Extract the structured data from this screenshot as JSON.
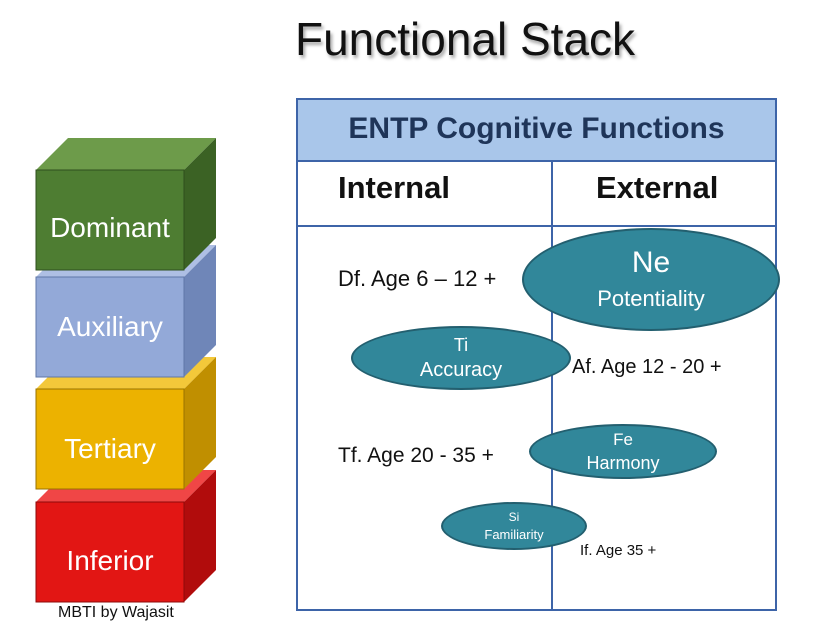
{
  "title": "Functional Stack",
  "stack": {
    "blocks": [
      {
        "label": "Dominant",
        "front": "#4e7d32",
        "top": "#6d9b4a",
        "side": "#3b6224",
        "text_color": "#ffffff"
      },
      {
        "label": "Auxiliary",
        "front": "#93a9d8",
        "top": "#aebfe4",
        "side": "#6f86b8",
        "text_color": "#ffffff"
      },
      {
        "label": "Tertiary",
        "front": "#ecb200",
        "top": "#f3c83a",
        "side": "#c08f00",
        "text_color": "#ffffff"
      },
      {
        "label": "Inferior",
        "front": "#e21614",
        "top": "#f04646",
        "side": "#b10c0c",
        "text_color": "#ffffff"
      }
    ],
    "credit": "MBTI by Wajasit"
  },
  "panel": {
    "header": "ENTP  Cognitive Functions",
    "col_internal": "Internal",
    "col_external": "External",
    "functions": {
      "ne": {
        "abbr": "Ne",
        "name": "Potentiality"
      },
      "ti": {
        "abbr": "Ti",
        "name": "Accuracy"
      },
      "fe": {
        "abbr": "Fe",
        "name": "Harmony"
      },
      "si": {
        "abbr": "Si",
        "name": "Familiarity"
      }
    },
    "ages": {
      "dominant": "Df. Age 6 – 12 +",
      "auxiliary": "Af. Age  12 - 20 +",
      "tertiary": "Tf. Age  20 - 35 +",
      "inferior": "If. Age   35 +"
    }
  },
  "colors": {
    "ellipse_fill": "#31879a",
    "panel_border": "#3d64a8",
    "header_fill": "#a9c6ea"
  }
}
